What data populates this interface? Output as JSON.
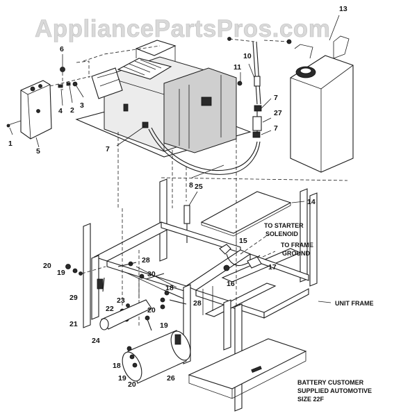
{
  "watermark": "AppliancePartsPros.com",
  "callouts": {
    "p1": "1",
    "p2": "2",
    "p3": "3",
    "p4": "4",
    "p5": "5",
    "p6": "6",
    "p7a": "7",
    "p7b": "7",
    "p7c": "7",
    "p8": "8",
    "p10": "10",
    "p11": "11",
    "p13": "13",
    "p14": "14",
    "p15": "15",
    "p16": "16",
    "p17": "17",
    "p18a": "18",
    "p18b": "18",
    "p19a": "19",
    "p19b": "19",
    "p19c": "19",
    "p20a": "20",
    "p20b": "20",
    "p20c": "20",
    "p21": "21",
    "p22": "22",
    "p23": "23",
    "p24": "24",
    "p25": "25",
    "p26": "26",
    "p27": "27",
    "p28a": "28",
    "p28b": "28",
    "p29": "29",
    "p30": "30"
  },
  "notes": {
    "starter_line1": "TO STARTER",
    "starter_line2": "SOLENOID",
    "frame_ground_line1": "TO FRAME",
    "frame_ground_line2": "GROUND",
    "unit_frame": "UNIT FRAME",
    "battery_line1": "BATTERY CUSTOMER",
    "battery_line2": "SUPPLIED AUTOMOTIVE",
    "battery_line3": "SIZE 22F"
  }
}
